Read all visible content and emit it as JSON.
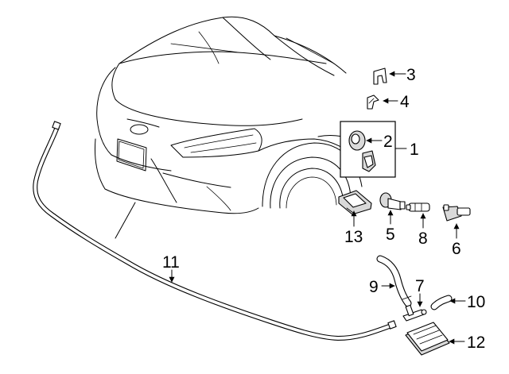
{
  "callouts": {
    "c1": "1",
    "c2": "2",
    "c3": "3",
    "c4": "4",
    "c5": "5",
    "c6": "6",
    "c7": "7",
    "c8": "8",
    "c9": "9",
    "c10": "10",
    "c11": "11",
    "c12": "12",
    "c13": "13"
  },
  "colors": {
    "line": "#000000",
    "background": "#ffffff",
    "part_shading": "#d9d9d9"
  }
}
